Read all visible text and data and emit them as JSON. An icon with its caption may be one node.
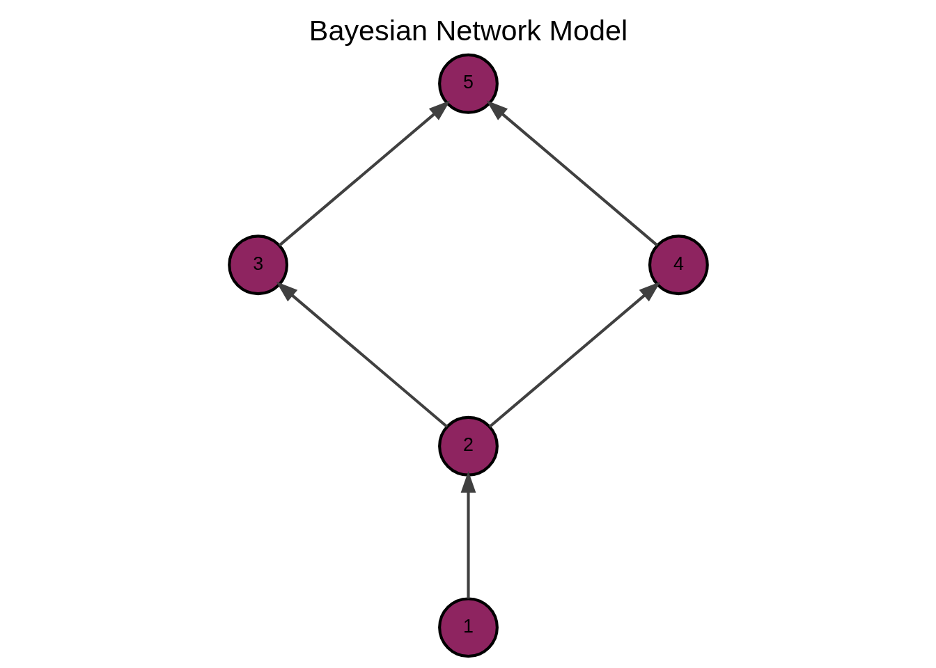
{
  "diagram": {
    "title": "Bayesian Network Model",
    "nodes": [
      {
        "text": [
          "5"
        ]
      },
      {
        "text": [
          "3"
        ]
      },
      {
        "text": [
          "4"
        ]
      },
      {
        "text": [
          "2"
        ]
      },
      {
        "text": [
          "1"
        ]
      }
    ],
    "edges": [
      {
        "from": 4,
        "to": 3,
        "arrow": "to"
      },
      {
        "from": 3,
        "to": 1,
        "arrow": "to"
      },
      {
        "from": 3,
        "to": 2,
        "arrow": "to"
      },
      {
        "from": 1,
        "to": 0,
        "arrow": "to"
      },
      {
        "from": 2,
        "to": 0,
        "arrow": "to"
      }
    ]
  }
}
